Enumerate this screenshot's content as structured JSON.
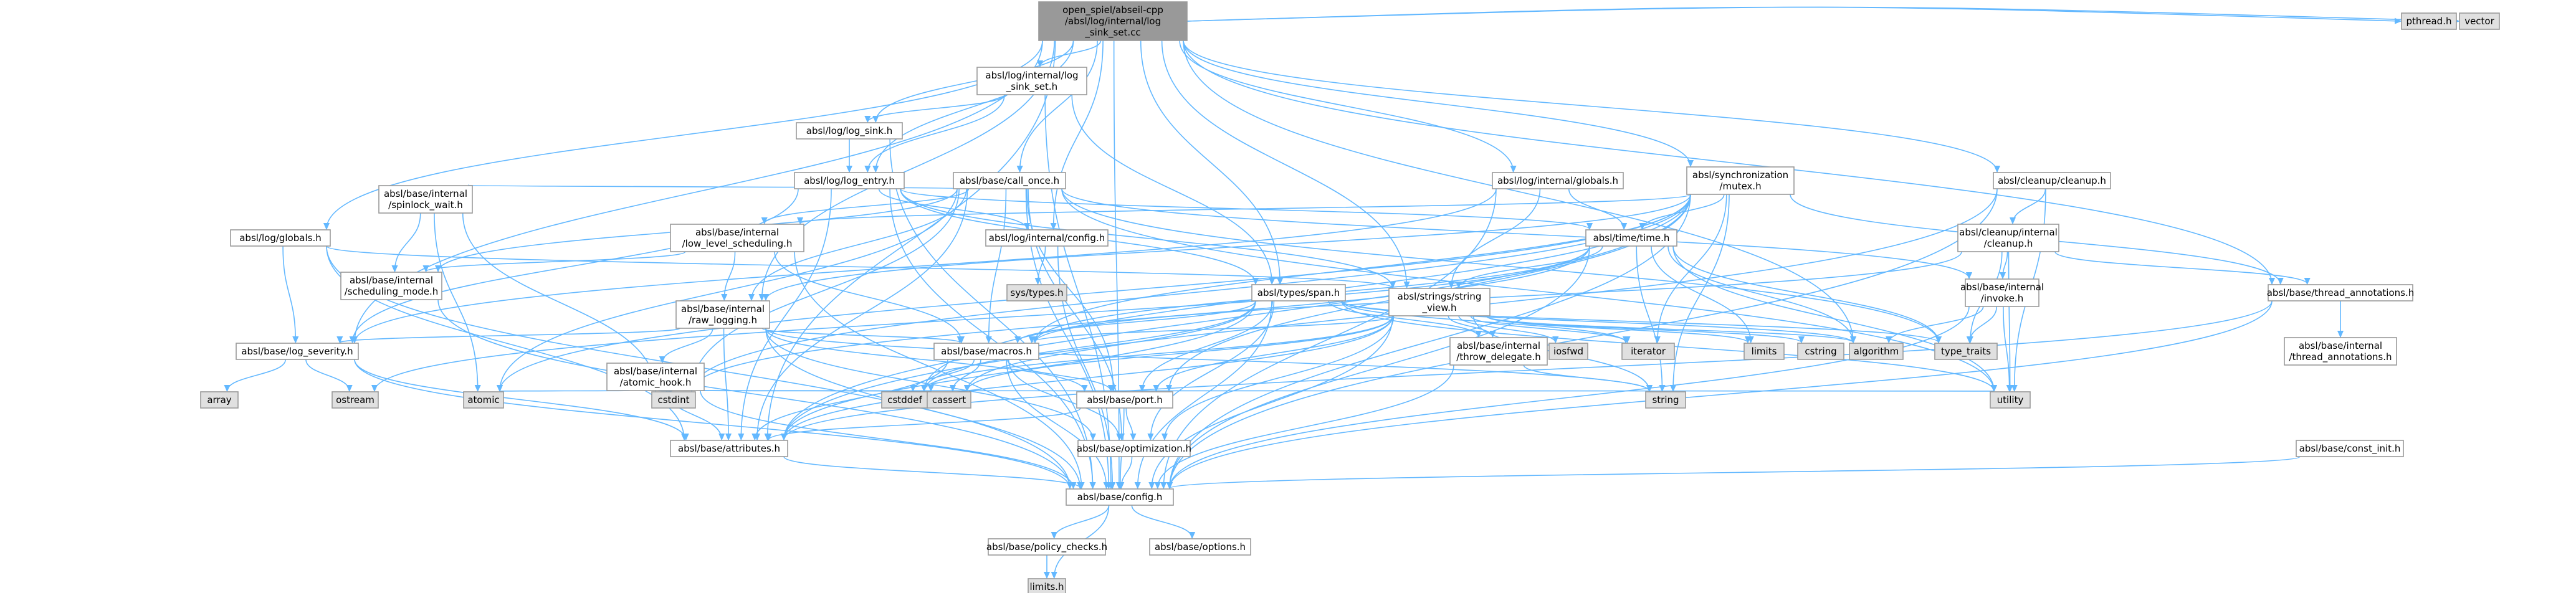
{
  "graph": {
    "nodes": [
      {
        "id": "root",
        "lines": [
          "open_spiel/abseil-cpp",
          "/absl/log/internal/log",
          "_sink_set.cc"
        ],
        "style": "root"
      },
      {
        "id": "pthread",
        "lines": [
          "pthread.h"
        ],
        "style": "sys"
      },
      {
        "id": "vector",
        "lines": [
          "vector"
        ],
        "style": "sys"
      },
      {
        "id": "logsinkset",
        "lines": [
          "absl/log/internal/log",
          "_sink_set.h"
        ],
        "style": "normal"
      },
      {
        "id": "logsink",
        "lines": [
          "absl/log/log_sink.h"
        ],
        "style": "normal"
      },
      {
        "id": "logentry",
        "lines": [
          "absl/log/log_entry.h"
        ],
        "style": "normal"
      },
      {
        "id": "callonce",
        "lines": [
          "absl/base/call_once.h"
        ],
        "style": "normal"
      },
      {
        "id": "lgglobals",
        "lines": [
          "absl/log/internal/globals.h"
        ],
        "style": "normal"
      },
      {
        "id": "mutex",
        "lines": [
          "absl/synchronization",
          "/mutex.h"
        ],
        "style": "red"
      },
      {
        "id": "cleanup",
        "lines": [
          "absl/cleanup/cleanup.h"
        ],
        "style": "normal"
      },
      {
        "id": "spinlock",
        "lines": [
          "absl/base/internal",
          "/spinlock_wait.h"
        ],
        "style": "red"
      },
      {
        "id": "lowlevel",
        "lines": [
          "absl/base/internal",
          "/low_level_scheduling.h"
        ],
        "style": "normal"
      },
      {
        "id": "logconfig",
        "lines": [
          "absl/log/internal/config.h"
        ],
        "style": "normal"
      },
      {
        "id": "time",
        "lines": [
          "absl/time/time.h"
        ],
        "style": "red"
      },
      {
        "id": "cleanupint",
        "lines": [
          "absl/cleanup/internal",
          "/cleanup.h"
        ],
        "style": "red"
      },
      {
        "id": "logglobals",
        "lines": [
          "absl/log/globals.h"
        ],
        "style": "normal"
      },
      {
        "id": "schedmode",
        "lines": [
          "absl/base/internal",
          "/scheduling_mode.h"
        ],
        "style": "normal"
      },
      {
        "id": "rawlog",
        "lines": [
          "absl/base/internal",
          "/raw_logging.h"
        ],
        "style": "normal"
      },
      {
        "id": "systypes",
        "lines": [
          "sys/types.h"
        ],
        "style": "sys"
      },
      {
        "id": "span",
        "lines": [
          "absl/types/span.h"
        ],
        "style": "red"
      },
      {
        "id": "stringview",
        "lines": [
          "absl/strings/string",
          "_view.h"
        ],
        "style": "normal"
      },
      {
        "id": "invoke",
        "lines": [
          "absl/base/internal",
          "/invoke.h"
        ],
        "style": "red"
      },
      {
        "id": "threadann",
        "lines": [
          "absl/base/thread_annotations.h"
        ],
        "style": "normal"
      },
      {
        "id": "logseverity",
        "lines": [
          "absl/base/log_severity.h"
        ],
        "style": "normal"
      },
      {
        "id": "atomichook",
        "lines": [
          "absl/base/internal",
          "/atomic_hook.h"
        ],
        "style": "normal"
      },
      {
        "id": "macros",
        "lines": [
          "absl/base/macros.h"
        ],
        "style": "normal"
      },
      {
        "id": "throwdel",
        "lines": [
          "absl/base/internal",
          "/throw_delegate.h"
        ],
        "style": "normal"
      },
      {
        "id": "iosfwd",
        "lines": [
          "iosfwd"
        ],
        "style": "sys"
      },
      {
        "id": "iterator",
        "lines": [
          "iterator"
        ],
        "style": "sys"
      },
      {
        "id": "limits",
        "lines": [
          "limits"
        ],
        "style": "sys"
      },
      {
        "id": "cstring",
        "lines": [
          "cstring"
        ],
        "style": "sys"
      },
      {
        "id": "algorithm",
        "lines": [
          "algorithm"
        ],
        "style": "sys"
      },
      {
        "id": "typetraits",
        "lines": [
          "type_traits"
        ],
        "style": "sys"
      },
      {
        "id": "threadannint",
        "lines": [
          "absl/base/internal",
          "/thread_annotations.h"
        ],
        "style": "normal"
      },
      {
        "id": "array",
        "lines": [
          "array"
        ],
        "style": "sys"
      },
      {
        "id": "ostream",
        "lines": [
          "ostream"
        ],
        "style": "sys"
      },
      {
        "id": "atomic",
        "lines": [
          "atomic"
        ],
        "style": "sys"
      },
      {
        "id": "cstdint",
        "lines": [
          "cstdint"
        ],
        "style": "sys"
      },
      {
        "id": "cstddef",
        "lines": [
          "cstddef"
        ],
        "style": "sys"
      },
      {
        "id": "cassert",
        "lines": [
          "cassert"
        ],
        "style": "sys"
      },
      {
        "id": "port",
        "lines": [
          "absl/base/port.h"
        ],
        "style": "normal"
      },
      {
        "id": "string",
        "lines": [
          "string"
        ],
        "style": "sys"
      },
      {
        "id": "utility",
        "lines": [
          "utility"
        ],
        "style": "sys"
      },
      {
        "id": "attributes",
        "lines": [
          "absl/base/attributes.h"
        ],
        "style": "normal"
      },
      {
        "id": "optimization",
        "lines": [
          "absl/base/optimization.h"
        ],
        "style": "red"
      },
      {
        "id": "constinit",
        "lines": [
          "absl/base/const_init.h"
        ],
        "style": "normal"
      },
      {
        "id": "config",
        "lines": [
          "absl/base/config.h"
        ],
        "style": "normal"
      },
      {
        "id": "policy",
        "lines": [
          "absl/base/policy_checks.h"
        ],
        "style": "normal"
      },
      {
        "id": "options",
        "lines": [
          "absl/base/options.h"
        ],
        "style": "normal"
      },
      {
        "id": "limitsh",
        "lines": [
          "limits.h"
        ],
        "style": "sys"
      }
    ],
    "edges": [
      [
        "root",
        "pthread"
      ],
      [
        "root",
        "vector"
      ],
      [
        "root",
        "logsinkset"
      ],
      [
        "root",
        "logsink"
      ],
      [
        "root",
        "logentry"
      ],
      [
        "root",
        "callonce"
      ],
      [
        "root",
        "lgglobals"
      ],
      [
        "root",
        "mutex"
      ],
      [
        "root",
        "cleanup"
      ],
      [
        "root",
        "logglobals"
      ],
      [
        "root",
        "rawlog"
      ],
      [
        "root",
        "logconfig"
      ],
      [
        "root",
        "span"
      ],
      [
        "root",
        "stringview"
      ],
      [
        "root",
        "threadann"
      ],
      [
        "root",
        "logseverity"
      ],
      [
        "root",
        "attributes"
      ],
      [
        "root",
        "config"
      ],
      [
        "root",
        "algorithm"
      ],
      [
        "logsinkset",
        "logsink"
      ],
      [
        "logsinkset",
        "logentry"
      ],
      [
        "logsinkset",
        "span"
      ],
      [
        "logsinkset",
        "config"
      ],
      [
        "logsink",
        "logentry"
      ],
      [
        "logsink",
        "config"
      ],
      [
        "logentry",
        "logconfig"
      ],
      [
        "logentry",
        "time"
      ],
      [
        "logentry",
        "stringview"
      ],
      [
        "logentry",
        "span"
      ],
      [
        "logentry",
        "logseverity"
      ],
      [
        "logentry",
        "attributes"
      ],
      [
        "logentry",
        "config"
      ],
      [
        "callonce",
        "spinlock"
      ],
      [
        "callonce",
        "lowlevel"
      ],
      [
        "callonce",
        "schedmode"
      ],
      [
        "callonce",
        "invoke"
      ],
      [
        "callonce",
        "macros"
      ],
      [
        "callonce",
        "port"
      ],
      [
        "callonce",
        "attributes"
      ],
      [
        "callonce",
        "optimization"
      ],
      [
        "callonce",
        "atomic"
      ],
      [
        "callonce",
        "cstdint"
      ],
      [
        "callonce",
        "typetraits"
      ],
      [
        "callonce",
        "utility"
      ],
      [
        "callonce",
        "config"
      ],
      [
        "callonce",
        "rawlog"
      ],
      [
        "lgglobals",
        "logseverity"
      ],
      [
        "lgglobals",
        "stringview"
      ],
      [
        "lgglobals",
        "time"
      ],
      [
        "lgglobals",
        "config"
      ],
      [
        "mutex",
        "time"
      ],
      [
        "mutex",
        "threadann"
      ],
      [
        "mutex",
        "attributes"
      ],
      [
        "mutex",
        "config"
      ],
      [
        "mutex",
        "atomic"
      ],
      [
        "mutex",
        "cstdint"
      ],
      [
        "mutex",
        "iterator"
      ],
      [
        "mutex",
        "cstddef"
      ],
      [
        "mutex",
        "string"
      ],
      [
        "mutex",
        "rawlog"
      ],
      [
        "mutex",
        "lowlevel"
      ],
      [
        "mutex",
        "macros"
      ],
      [
        "mutex",
        "port"
      ],
      [
        "cleanup",
        "cleanupint"
      ],
      [
        "cleanup",
        "attributes"
      ],
      [
        "cleanup",
        "config"
      ],
      [
        "cleanup",
        "utility"
      ],
      [
        "cleanupint",
        "invoke"
      ],
      [
        "cleanupint",
        "threadann"
      ],
      [
        "cleanupint",
        "macros"
      ],
      [
        "cleanupint",
        "typetraits"
      ],
      [
        "cleanupint",
        "utility"
      ],
      [
        "cleanupint",
        "tuple_dummy"
      ],
      [
        "spinlock",
        "schedmode"
      ],
      [
        "spinlock",
        "atomic"
      ],
      [
        "spinlock",
        "cstdint"
      ],
      [
        "lowlevel",
        "schedmode"
      ],
      [
        "lowlevel",
        "rawlog"
      ],
      [
        "lowlevel",
        "macros"
      ],
      [
        "lowlevel",
        "config"
      ],
      [
        "logconfig",
        "systypes"
      ],
      [
        "logconfig",
        "config"
      ],
      [
        "time",
        "stringview"
      ],
      [
        "time",
        "macros"
      ],
      [
        "time",
        "config"
      ],
      [
        "time",
        "cstdint"
      ],
      [
        "time",
        "limits"
      ],
      [
        "time",
        "string"
      ],
      [
        "time",
        "typetraits"
      ],
      [
        "time",
        "utility"
      ],
      [
        "time",
        "ostream"
      ],
      [
        "time",
        "algorithm"
      ],
      [
        "logglobals",
        "logseverity"
      ],
      [
        "logglobals",
        "stringview"
      ],
      [
        "logglobals",
        "attributes"
      ],
      [
        "logglobals",
        "config"
      ],
      [
        "schedmode",
        "config"
      ],
      [
        "rawlog",
        "atomichook"
      ],
      [
        "rawlog",
        "logseverity"
      ],
      [
        "rawlog",
        "macros"
      ],
      [
        "rawlog",
        "optimization"
      ],
      [
        "rawlog",
        "port"
      ],
      [
        "rawlog",
        "attributes"
      ],
      [
        "rawlog",
        "config"
      ],
      [
        "rawlog",
        "string"
      ],
      [
        "span",
        "macros"
      ],
      [
        "span",
        "throwdel"
      ],
      [
        "span",
        "port"
      ],
      [
        "span",
        "attributes"
      ],
      [
        "span",
        "optimization"
      ],
      [
        "span",
        "config"
      ],
      [
        "span",
        "algorithm"
      ],
      [
        "span",
        "cassert"
      ],
      [
        "span",
        "cstddef"
      ],
      [
        "span",
        "typetraits"
      ],
      [
        "span",
        "utility"
      ],
      [
        "span",
        "iterator"
      ],
      [
        "stringview",
        "throwdel"
      ],
      [
        "stringview",
        "macros"
      ],
      [
        "stringview",
        "port"
      ],
      [
        "stringview",
        "optimization"
      ],
      [
        "stringview",
        "attributes"
      ],
      [
        "stringview",
        "config"
      ],
      [
        "stringview",
        "iosfwd"
      ],
      [
        "stringview",
        "iterator"
      ],
      [
        "stringview",
        "limits"
      ],
      [
        "stringview",
        "cstring"
      ],
      [
        "stringview",
        "algorithm"
      ],
      [
        "stringview",
        "cassert"
      ],
      [
        "stringview",
        "cstddef"
      ],
      [
        "stringview",
        "string"
      ],
      [
        "invoke",
        "algorithm"
      ],
      [
        "invoke",
        "typetraits"
      ],
      [
        "invoke",
        "utility"
      ],
      [
        "invoke",
        "config"
      ],
      [
        "threadann",
        "threadannint"
      ],
      [
        "threadann",
        "attributes"
      ],
      [
        "threadann",
        "config"
      ],
      [
        "logseverity",
        "array"
      ],
      [
        "logseverity",
        "ostream"
      ],
      [
        "logseverity",
        "attributes"
      ],
      [
        "logseverity",
        "config"
      ],
      [
        "atomichook",
        "atomic"
      ],
      [
        "atomichook",
        "cassert"
      ],
      [
        "atomichook",
        "cstdint"
      ],
      [
        "atomichook",
        "utility"
      ],
      [
        "atomichook",
        "attributes"
      ],
      [
        "atomichook",
        "config"
      ],
      [
        "macros",
        "cassert"
      ],
      [
        "macros",
        "cstddef"
      ],
      [
        "macros",
        "attributes"
      ],
      [
        "macros",
        "optimization"
      ],
      [
        "macros",
        "port"
      ],
      [
        "macros",
        "config"
      ],
      [
        "throwdel",
        "string"
      ],
      [
        "throwdel",
        "config"
      ],
      [
        "port",
        "attributes"
      ],
      [
        "port",
        "config"
      ],
      [
        "port",
        "optimization"
      ],
      [
        "attributes",
        "config"
      ],
      [
        "optimization",
        "config"
      ],
      [
        "constinit",
        "config"
      ],
      [
        "config",
        "policy"
      ],
      [
        "config",
        "options"
      ],
      [
        "config",
        "limitsh"
      ],
      [
        "policy",
        "limitsh"
      ]
    ]
  },
  "colors": {
    "root_fill": "#999999",
    "normal_fill": "#ffffff",
    "sys_fill": "#e0e0e0",
    "red_border": "#ff0000",
    "node_border": "#999999",
    "edge": "#63b8ff"
  }
}
